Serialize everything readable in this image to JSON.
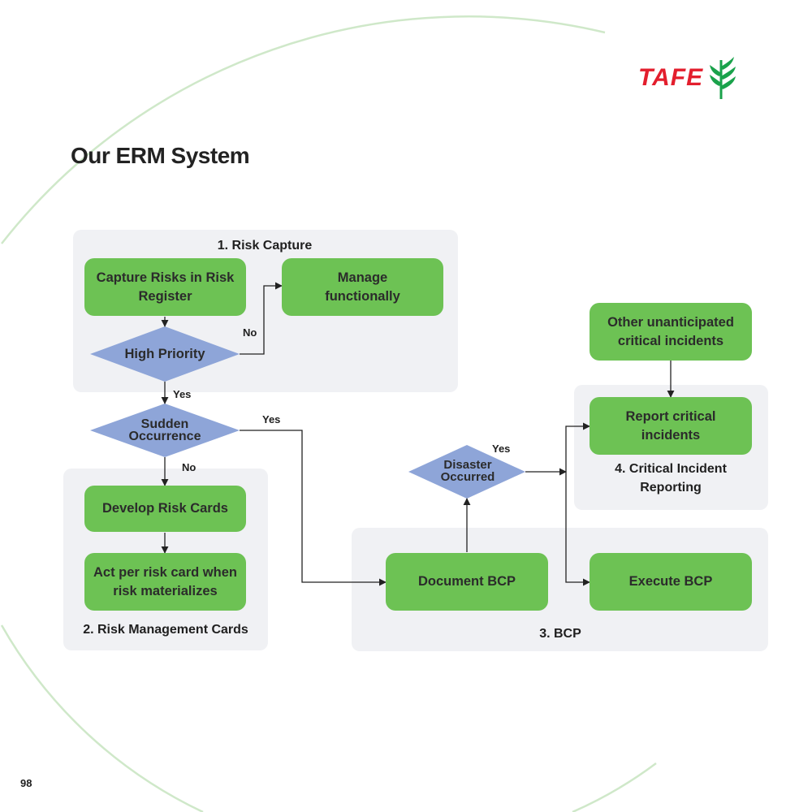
{
  "brand": {
    "logo_text": "TAFE",
    "logo_color": "#e31e2d",
    "leaf_color": "#1aa24b"
  },
  "page": {
    "title": "Our ERM System",
    "number": "98"
  },
  "colors": {
    "node_fill": "#6dc254",
    "diamond_fill": "#8ea5d8",
    "group_fill": "#f0f1f4",
    "arrow": "#222222",
    "background_arc": "#cfe8c9"
  },
  "groups": {
    "risk_capture": "1. Risk Capture",
    "risk_cards": "2. Risk Management Cards",
    "bcp": "3. BCP",
    "incident_reporting": "4. Critical Incident Reporting"
  },
  "nodes": {
    "capture_risks": "Capture Risks in Risk Register",
    "manage_functionally": "Manage functionally",
    "develop_risk_cards": "Develop Risk Cards",
    "act_per_risk_card": "Act per risk card when risk materializes",
    "document_bcp": "Document BCP",
    "execute_bcp": "Execute BCP",
    "other_incidents": "Other unanticipated critical incidents",
    "report_incidents": "Report critical incidents"
  },
  "decisions": {
    "high_priority": "High Priority",
    "sudden_occurrence": "Sudden Occurrence",
    "disaster_occurred": "Disaster Occurred"
  },
  "edge_labels": {
    "high_priority_no": "No",
    "high_priority_yes": "Yes",
    "sudden_yes": "Yes",
    "sudden_no": "No",
    "disaster_yes": "Yes"
  }
}
